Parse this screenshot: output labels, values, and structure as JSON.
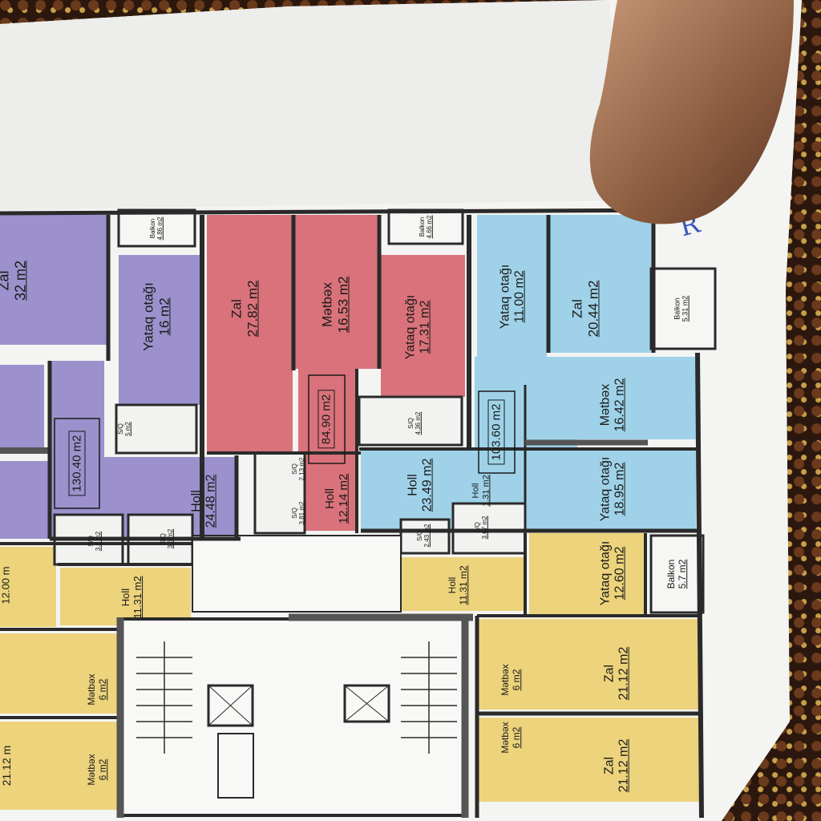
{
  "photo": {
    "subject": "floor-plan-printout",
    "colors": {
      "purple": "#9c91cc",
      "red": "#d9727a",
      "blue": "#9fd2e8",
      "yellow": "#ecd37c",
      "paper": "#f4f4f2",
      "wall": "#2a2a2a",
      "ink_mark": "#3a55b8"
    },
    "ink_mark_text": "R"
  },
  "rooms": [
    {
      "id": "purple-zal",
      "name": "Zal",
      "area": "32 m2"
    },
    {
      "id": "purple-yataq",
      "name": "Yataq otağı",
      "area": "16 m2"
    },
    {
      "id": "purple-holl",
      "name": "Holl",
      "area": "24.48 m2"
    },
    {
      "id": "purple-sq1",
      "name": "S/Q",
      "area": "5 m2"
    },
    {
      "id": "purple-sq2",
      "name": "S/Q",
      "area": "3.8 m2"
    },
    {
      "id": "purple-sq3",
      "name": "S/Q",
      "area": "3.3 m2"
    },
    {
      "id": "red-zal",
      "name": "Zal",
      "area": "27.82 m2"
    },
    {
      "id": "red-metbex",
      "name": "Mətbəx",
      "area": "16.53 m2"
    },
    {
      "id": "red-yataq",
      "name": "Yataq otağı",
      "area": "17.31 m2"
    },
    {
      "id": "red-holl",
      "name": "Holl",
      "area": "12.14 m2"
    },
    {
      "id": "red-sq1",
      "name": "S/Q",
      "area": "4.36 m2"
    },
    {
      "id": "red-sq2",
      "name": "S/Q",
      "area": "2.13 m2"
    },
    {
      "id": "red-sq3",
      "name": "S/Q",
      "area": "3.81 m2"
    },
    {
      "id": "blue-yataq1",
      "name": "Yataq otağı",
      "area": "11.00 m2"
    },
    {
      "id": "blue-zal",
      "name": "Zal",
      "area": "20.44 m2"
    },
    {
      "id": "blue-metbex",
      "name": "Mətbəx",
      "area": "16.42 m2"
    },
    {
      "id": "blue-holl",
      "name": "Holl",
      "area": "23.49 m2"
    },
    {
      "id": "blue-holl2",
      "name": "Holl",
      "area": "1.31 m2"
    },
    {
      "id": "blue-yataq2",
      "name": "Yataq otağı",
      "area": "18.95 m2"
    },
    {
      "id": "blue-sq1",
      "name": "S/Q",
      "area": "2.43 m2"
    },
    {
      "id": "blue-sq2",
      "name": "S/Q",
      "area": "3.67 m2"
    },
    {
      "id": "yellow-holl-left",
      "name": "Holl",
      "area": "11.31 m2"
    },
    {
      "id": "yellow-metbex-left",
      "name": "Mətbəx",
      "area": "6 m2"
    },
    {
      "id": "yellow-metbex-left2",
      "name": "Mətbəx",
      "area": "6 m2"
    },
    {
      "id": "yellow-holl-right",
      "name": "Holl",
      "area": "11.31 m2"
    },
    {
      "id": "yellow-yataq",
      "name": "Yataq otağı",
      "area": "12.60 m2"
    },
    {
      "id": "yellow-zal1",
      "name": "Zal",
      "area": "21.12 m2"
    },
    {
      "id": "yellow-metbex1",
      "name": "Mətbəx",
      "area": "6 m2"
    },
    {
      "id": "yellow-zal2",
      "name": "Zal",
      "area": "21.12 m2"
    },
    {
      "id": "yellow-metbex2",
      "name": "Mətbəx",
      "area": "6 m2"
    }
  ],
  "balconies": [
    {
      "id": "balk-purple",
      "name": "Balkon",
      "area": "4.86 m2"
    },
    {
      "id": "balk-red",
      "name": "Balkon",
      "area": "4.66 m2"
    },
    {
      "id": "balk-blue",
      "name": "Balkon",
      "area": "5.31 m2"
    },
    {
      "id": "balk-yellow",
      "name": "Balkon",
      "area": "5.7 m2"
    }
  ],
  "totals": [
    {
      "id": "total-purple",
      "area": "130.40 m2"
    },
    {
      "id": "total-red",
      "area": "84.90 m2"
    },
    {
      "id": "total-blue",
      "area": "103.60 m2"
    }
  ],
  "partial_labels": {
    "left_edge_1": "21.12 m",
    "left_edge_2": "12.00 m"
  }
}
